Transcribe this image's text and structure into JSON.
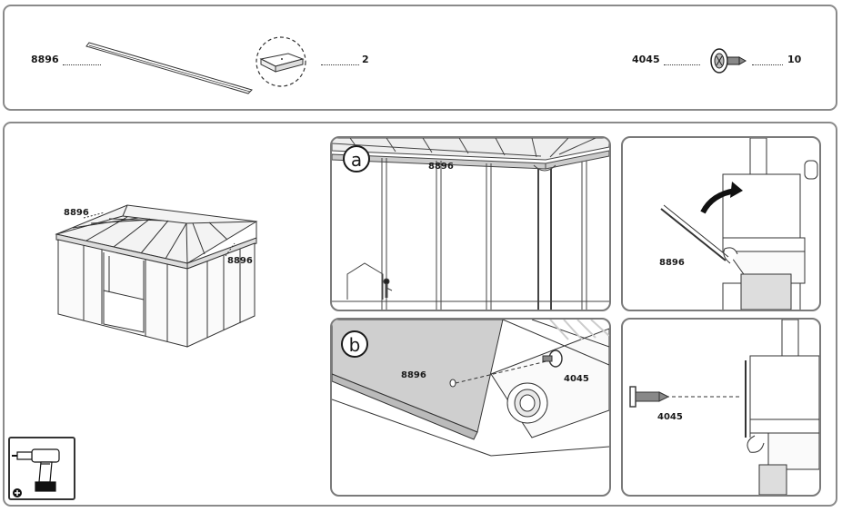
{
  "parts": {
    "strip": {
      "code": "8896",
      "qty": "2"
    },
    "screw": {
      "code": "4045",
      "qty": "10"
    }
  },
  "overview": {
    "label_top": "8896",
    "label_side": "8896"
  },
  "step_a": {
    "badge": "a",
    "label": "8896"
  },
  "step_b": {
    "badge": "b",
    "label_strip": "8896",
    "label_screw": "4045"
  },
  "detail_c": {
    "label": "8896"
  },
  "detail_d": {
    "label": "4045"
  },
  "tool": {
    "name": "drill-icon"
  }
}
